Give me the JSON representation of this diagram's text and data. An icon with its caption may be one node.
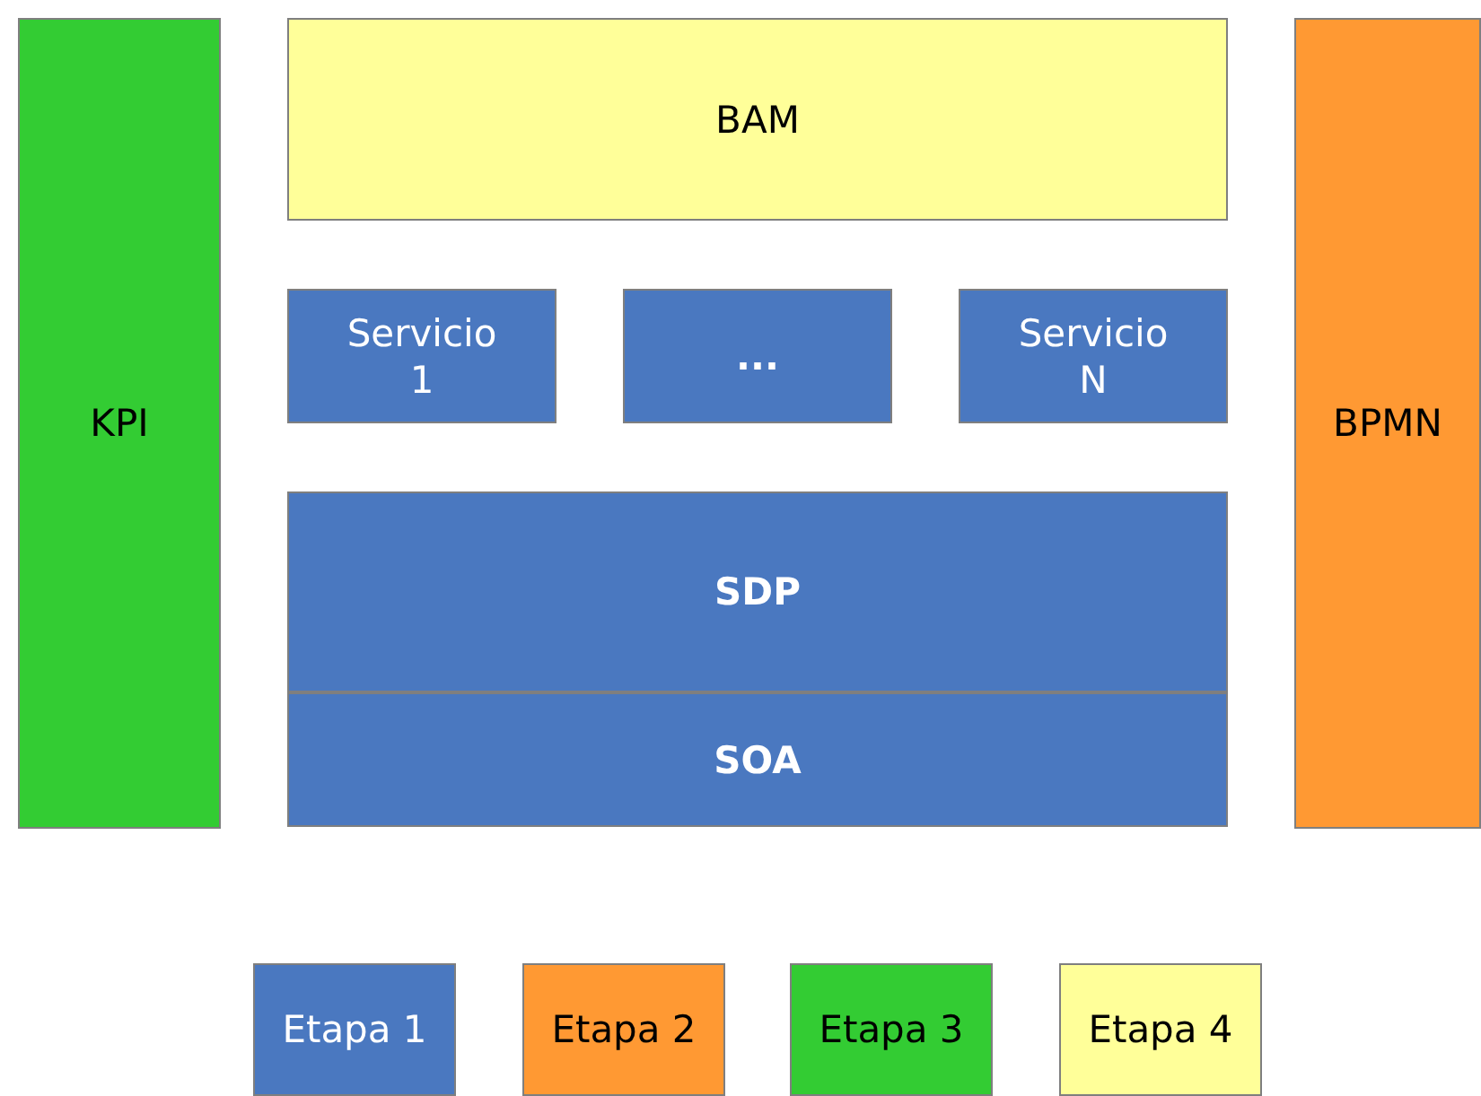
{
  "diagram": {
    "nodes": [
      {
        "text": [
          "KPI"
        ]
      },
      {
        "text": [
          "BAM"
        ]
      },
      {
        "text": [
          "Servicio 1"
        ]
      },
      {
        "text": [
          "..."
        ]
      },
      {
        "text": [
          "Servicio N"
        ]
      },
      {
        "text": [
          "SDP"
        ]
      },
      {
        "text": [
          "SOA"
        ]
      },
      {
        "text": [
          "BPMN"
        ]
      },
      {
        "text": [
          "Etapa 1"
        ]
      },
      {
        "text": [
          "Etapa 2"
        ]
      },
      {
        "text": [
          "Etapa 3"
        ]
      },
      {
        "text": [
          "Etapa 4"
        ]
      }
    ]
  }
}
